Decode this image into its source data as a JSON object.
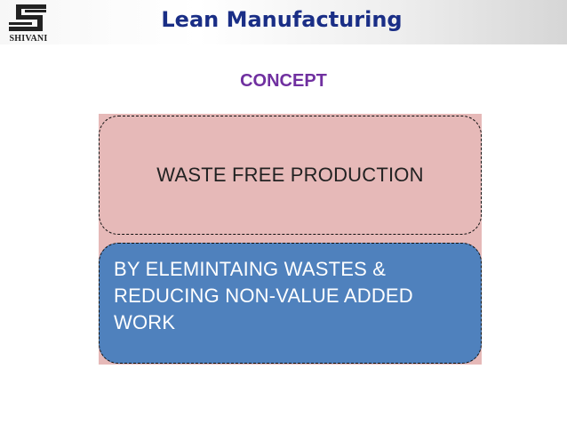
{
  "header": {
    "logo_text": "SHIVANI",
    "title": "Lean Manufacturing"
  },
  "slide": {
    "subtitle": "CONCEPT",
    "top_box_text": "WASTE FREE PRODUCTION",
    "bottom_box_lines": [
      "BY ELEMINTAING WASTES &",
      "REDUCING  NON-VALUE ADDED",
      "WORK"
    ]
  },
  "colors": {
    "title": "#1a2e86",
    "subtitle": "#7030a0",
    "top_box_fill": "#e6b9b8",
    "bottom_box_fill": "#4f81bd"
  },
  "icons": {
    "logo": "shivani-s-logo"
  }
}
